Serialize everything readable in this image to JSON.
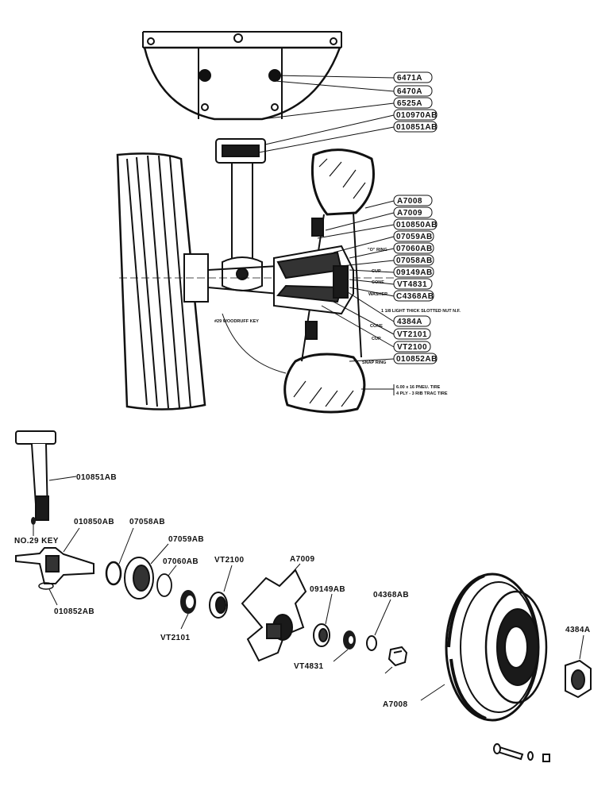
{
  "assembly": {
    "callouts": [
      "6471A",
      "6470A",
      "6525A",
      "010970AB",
      "010851AB",
      "A7008",
      "A7009",
      "010850AB",
      "07059AB",
      "07060AB",
      "07058AB",
      "09149AB",
      "VT4831",
      "C4368AB",
      "4384A",
      "VT2101",
      "VT2100",
      "010852AB"
    ],
    "notes": {
      "o_ring": "\"O\" RING",
      "cup": "CUP",
      "cone": "CONE",
      "washer": "WASHER",
      "slotted_nut": "1 1/8 LIGHT THICK SLOTTED NUT N.F.",
      "cone2": "CONE",
      "cup2": "CUP",
      "snap_ring": "SNAP RING",
      "woodruff_key": "#29 WOODRUFF KEY",
      "tire_line1": "6.00 x 16 PNEU. TIRE",
      "tire_line2": "4 PLY - 3 RIB TRAC TIRE"
    }
  },
  "exploded": {
    "labels": {
      "p010851AB": "010851AB",
      "key": "NO.29 KEY",
      "p010850AB": "010850AB",
      "p07058AB": "07058AB",
      "p07059AB": "07059AB",
      "p07060AB": "07060AB",
      "pVT2100": "VT2100",
      "pA7009": "A7009",
      "p09149AB": "09149AB",
      "p04368AB": "04368AB",
      "pVT2101": "VT2101",
      "p010852AB": "010852AB",
      "pVT4831": "VT4831",
      "pA7008": "A7008",
      "p4384A": "4384A"
    }
  }
}
